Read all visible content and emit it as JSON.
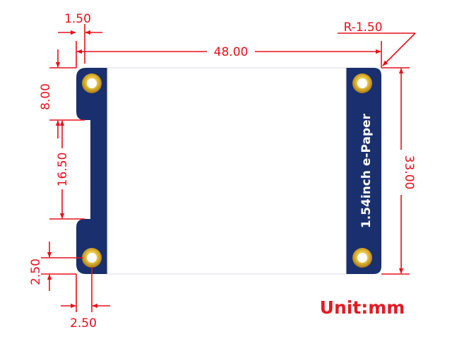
{
  "drawing": {
    "board_label": "1.54inch  e-Paper",
    "unit_label": "Unit:mm",
    "dimensions": {
      "width": "48.00",
      "height": "33.00",
      "corner_radius": "R-1.50",
      "hole_offset_top": "1.50",
      "notch_top_offset": "8.00",
      "notch_length": "16.50",
      "hole_offset_bottom": "2.50",
      "hole_offset_left": "2.50"
    },
    "colors": {
      "dimension_lines": "#e8101c",
      "pcb": "#1a2f6e",
      "display_area": "#ffffff",
      "mount_hole_ring": "#e6be3c"
    }
  }
}
